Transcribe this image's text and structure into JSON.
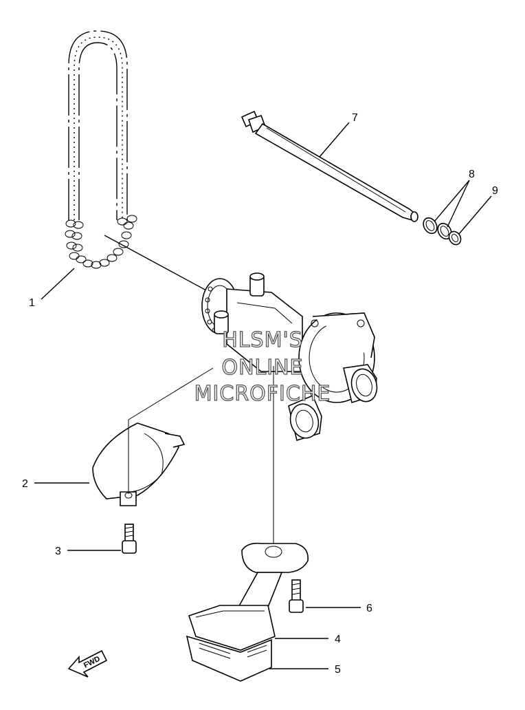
{
  "callouts": [
    "1",
    "2",
    "3",
    "4",
    "5",
    "6",
    "7",
    "8",
    "9"
  ],
  "watermark": {
    "line1": "HLSM'S",
    "line2": "ONLINE",
    "line3": "MICROFICHE"
  },
  "direction_label": "FWD"
}
